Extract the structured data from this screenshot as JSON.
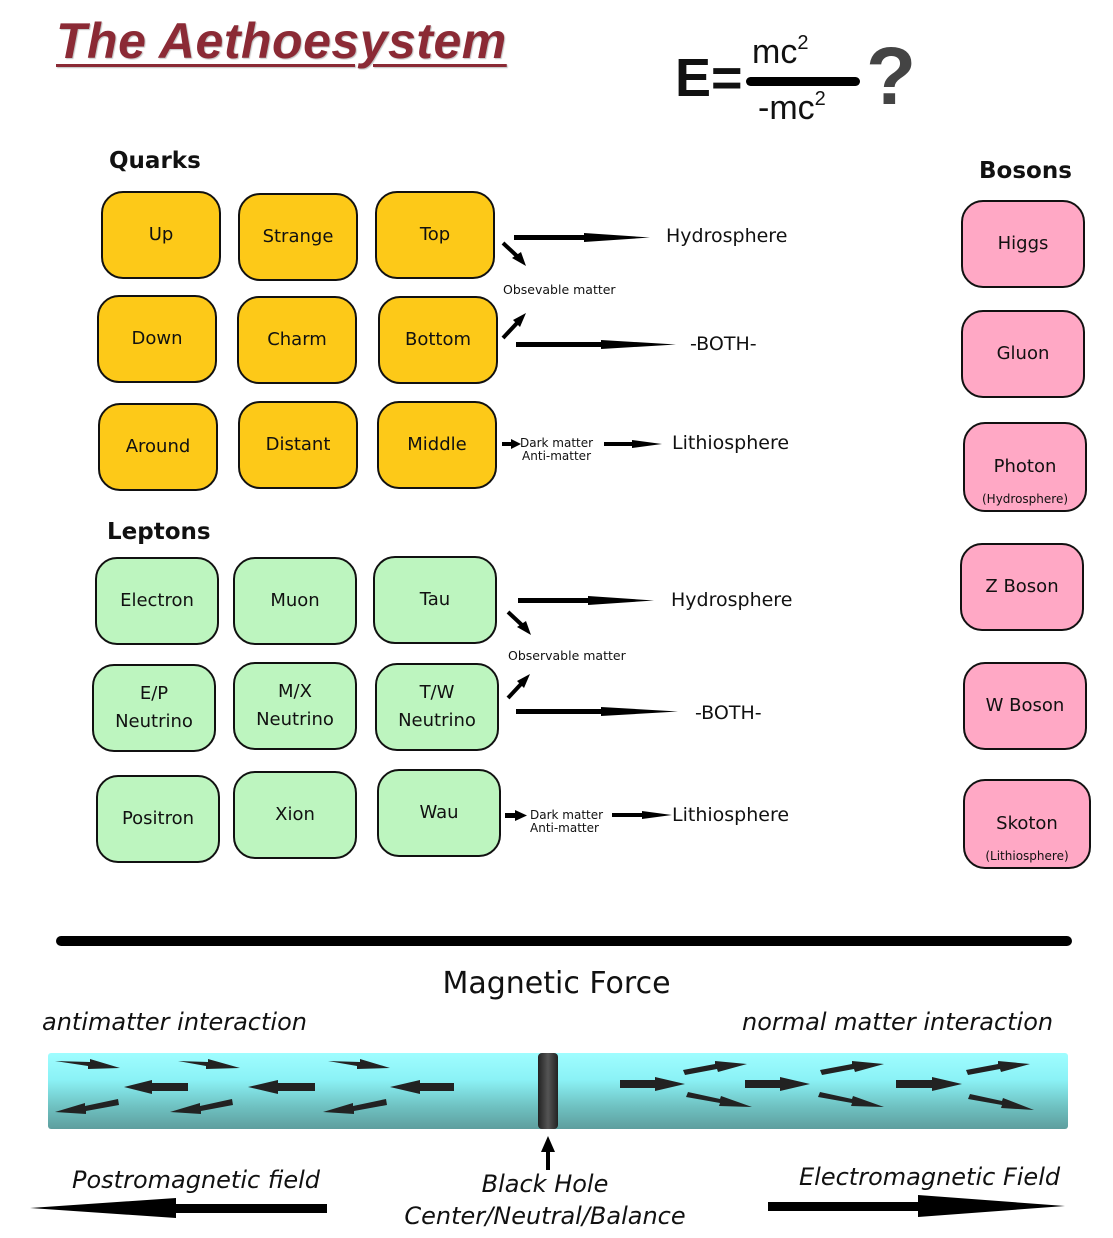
{
  "title": "The Aethoesystem",
  "equation": {
    "lhs": "E=",
    "numerator": "mc",
    "numerator_exp": "2",
    "denominator": "-mc",
    "denominator_exp": "2",
    "suffix": "?"
  },
  "quarks": {
    "heading": "Quarks",
    "color": "#FDC918",
    "rows": [
      [
        "Up",
        "Strange",
        "Top"
      ],
      [
        "Down",
        "Charm",
        "Bottom"
      ],
      [
        "Around",
        "Distant",
        "Middle"
      ]
    ],
    "flows": {
      "row1_destination": "Hydrosphere",
      "middle_label": "Obsevable matter",
      "row2_destination": "-BOTH-",
      "row3_label_line1": "Dark matter",
      "row3_label_line2": "Anti-matter",
      "row3_destination": "Lithiosphere"
    }
  },
  "leptons": {
    "heading": "Leptons",
    "color": "#BDF5BF",
    "rows": [
      [
        {
          "l1": "Electron"
        },
        {
          "l1": "Muon"
        },
        {
          "l1": "Tau"
        }
      ],
      [
        {
          "l1": "E/P",
          "l2": "Neutrino"
        },
        {
          "l1": "M/X",
          "l2": "Neutrino"
        },
        {
          "l1": "T/W",
          "l2": "Neutrino"
        }
      ],
      [
        {
          "l1": "Positron"
        },
        {
          "l1": "Xion"
        },
        {
          "l1": "Wau"
        }
      ]
    ],
    "flows": {
      "row1_destination": "Hydrosphere",
      "middle_label": "Observable matter",
      "row2_destination": "-BOTH-",
      "row3_label_line1": "Dark matter",
      "row3_label_line2": "Anti-matter",
      "row3_destination": "Lithiosphere"
    }
  },
  "bosons": {
    "heading": "Bosons",
    "color": "#FFA8C5",
    "items": [
      {
        "label": "Higgs"
      },
      {
        "label": "Gluon"
      },
      {
        "label": "Photon",
        "note": "(Hydrosphere)"
      },
      {
        "label": "Z Boson"
      },
      {
        "label": "W Boson"
      },
      {
        "label": "Skoton",
        "note": "(Lithiosphere)"
      }
    ]
  },
  "magnetic": {
    "title": "Magnetic Force",
    "left_label": "antimatter interaction",
    "right_label": "normal matter interaction",
    "left_field": "Postromagnetic field",
    "right_field": "Electromagnetic Field",
    "center_line1": "Black Hole",
    "center_line2": "Center/Neutral/Balance"
  }
}
